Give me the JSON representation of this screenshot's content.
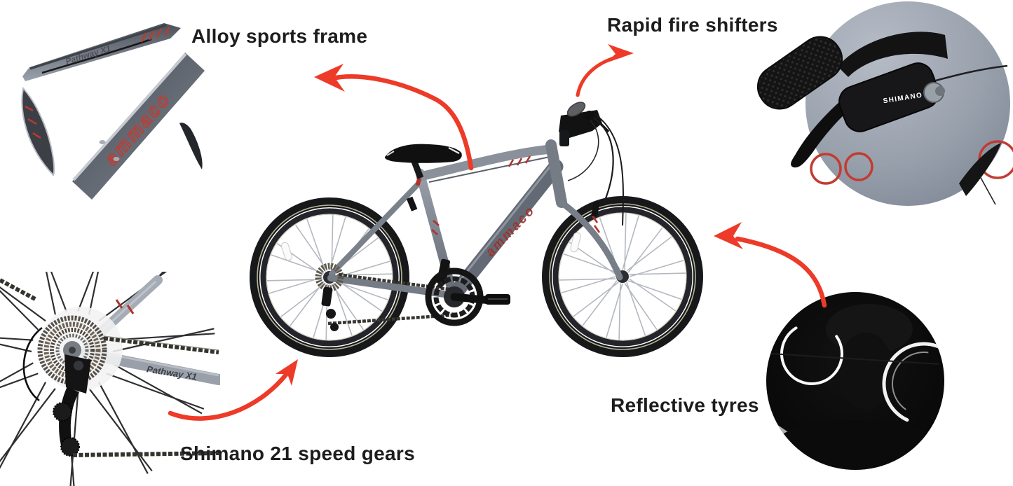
{
  "labels": {
    "alloy_frame": "Alloy sports frame",
    "rapid_fire": "Rapid fire shifters",
    "shimano_gears": "Shimano 21 speed gears",
    "reflective_tyres": "Reflective tyres"
  },
  "branding": {
    "frame_brand": "ammaco",
    "frame_brand_partial": "co",
    "model_name": "Pathway X1",
    "shifter_brand": "SHIMANO"
  },
  "colors": {
    "background": "#ffffff",
    "arrow_red": "#ee3a28",
    "accent_red": "#b23229",
    "brand_red": "#c23b31",
    "frame_gray": "#7b828c",
    "label_text": "#1d1d1f"
  }
}
